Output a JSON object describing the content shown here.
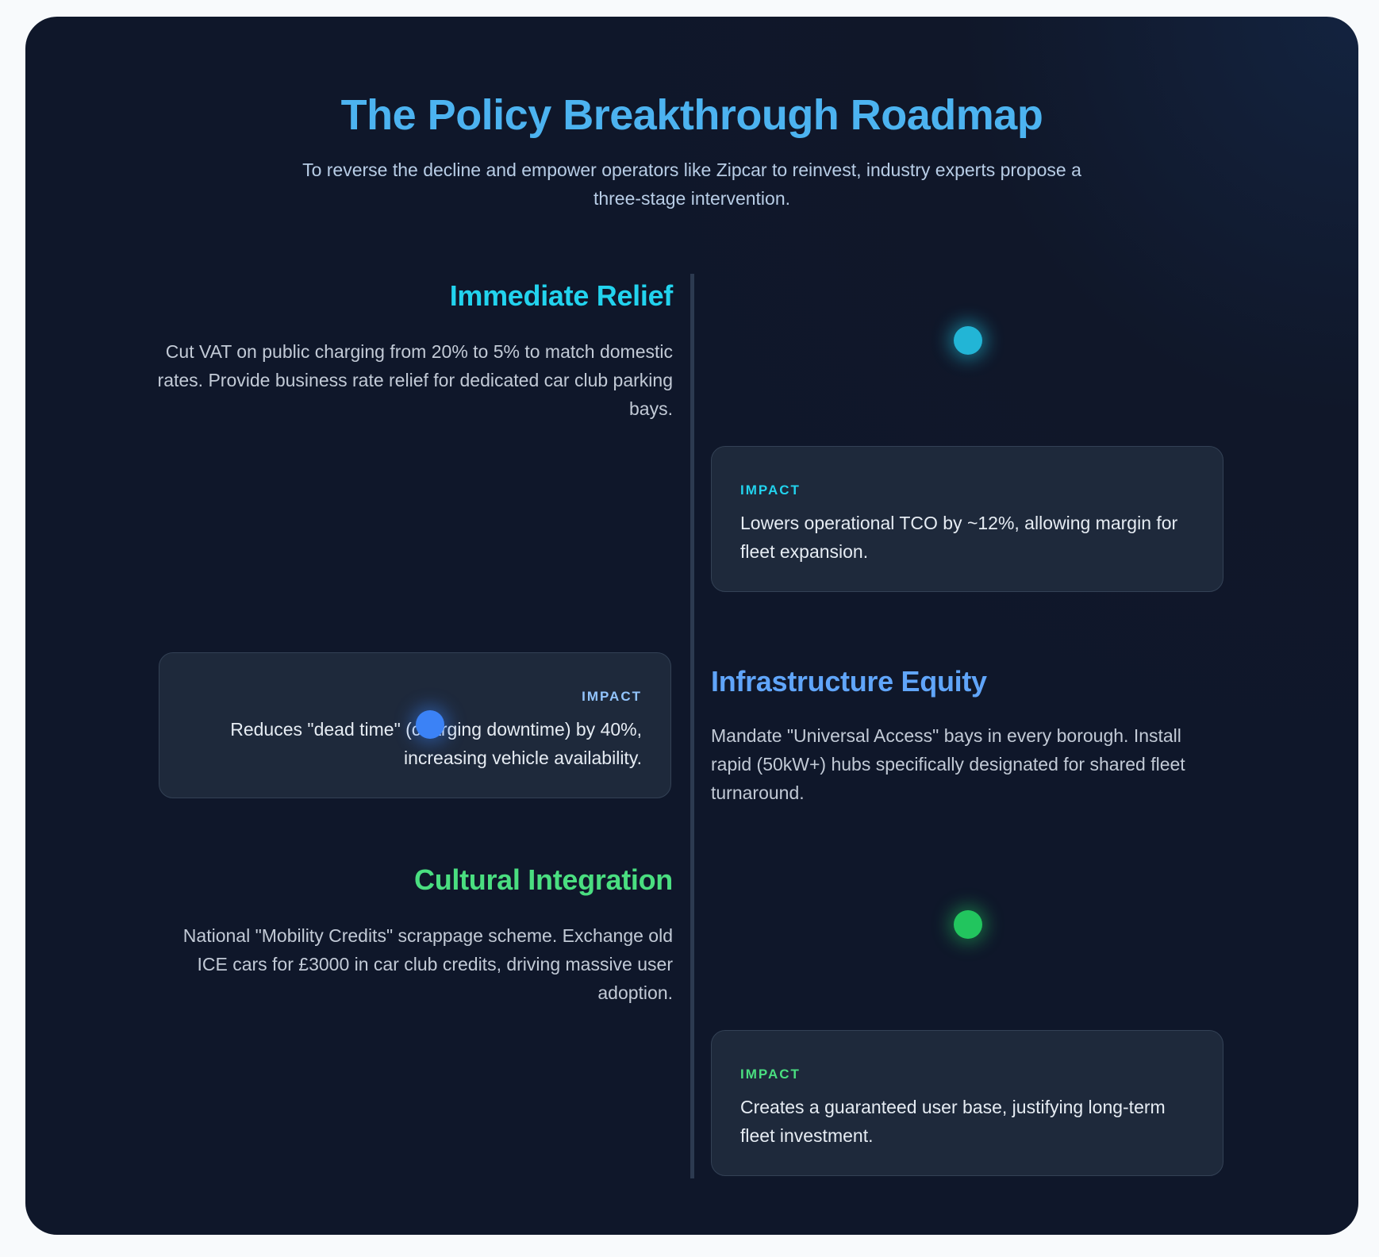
{
  "header": {
    "title": "The Policy Breakthrough Roadmap",
    "subtitle": "To reverse the decline and empower operators like Zipcar to reinvest, industry experts propose a three-stage intervention."
  },
  "steps": [
    {
      "title": "Immediate Relief",
      "description": "Cut VAT on public charging from 20% to 5% to match domestic rates. Provide business rate relief for dedicated car club parking bays.",
      "impact_label": "IMPACT",
      "impact_text": "Lowers operational TCO by ~12%, allowing margin for fleet expansion.",
      "color": "#22d3ee"
    },
    {
      "title": "Infrastructure Equity",
      "description": "Mandate \"Universal Access\" bays in every borough. Install rapid (50kW+) hubs specifically designated for shared fleet turnaround.",
      "impact_label": "IMPACT",
      "impact_text": "Reduces \"dead time\" (charging downtime) by 40%, increasing vehicle availability.",
      "color": "#60a5fa"
    },
    {
      "title": "Cultural Integration",
      "description": "National \"Mobility Credits\" scrappage scheme. Exchange old ICE cars for £3000 in car club credits, driving massive user adoption.",
      "impact_label": "IMPACT",
      "impact_text": "Creates a guaranteed user base, justifying long-term fleet investment.",
      "color": "#4ade80"
    }
  ],
  "colors": {
    "background": "#0f172a",
    "panel": "#1e293b",
    "dot_1": "#22b5d6",
    "dot_2": "#3b82f6",
    "dot_3": "#22c55e"
  }
}
